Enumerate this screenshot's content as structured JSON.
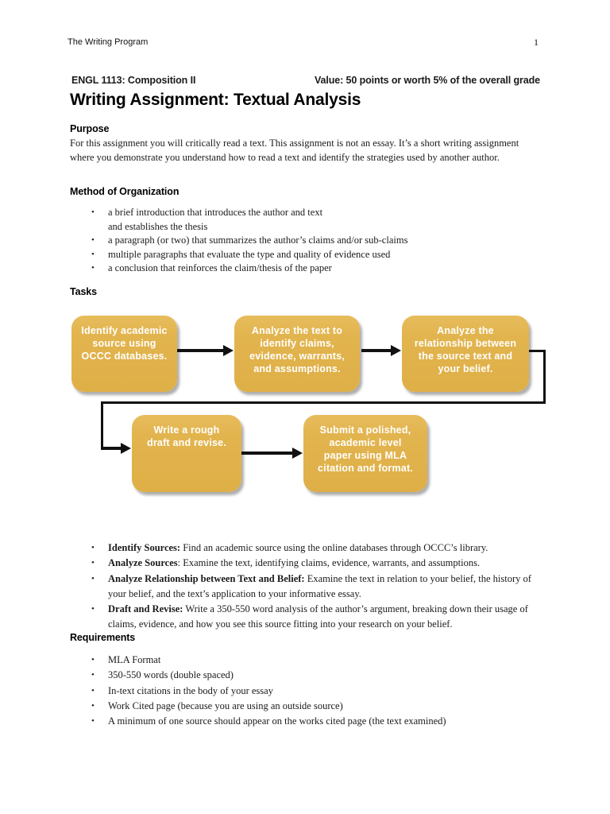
{
  "header": {
    "left_text": "The Writing Program",
    "page_number": "1"
  },
  "course_line": {
    "course": "ENGL 1113: Composition II",
    "value": "Value: 50 points or worth 5% of the overall grade"
  },
  "title": "Writing Assignment: Textual Analysis",
  "purpose": {
    "heading": "Purpose",
    "body": "For this assignment you will critically read a text. This assignment is not an essay. It’s a short writing assignment where you demonstrate you understand how to read a text and identify the strategies used by another author."
  },
  "method": {
    "heading": "Method of Organization",
    "bullet_glyph": "•",
    "bullets": [
      "a brief introduction that introduces the author and text\nand establishes the thesis",
      "a paragraph (or two) that summarizes the author’s claims and/or sub-claims",
      "multiple paragraphs that evaluate the type and quality of evidence used",
      "a conclusion that reinforces the claim/thesis of the paper"
    ]
  },
  "tasks": {
    "heading": "Tasks",
    "flowchart": {
      "box_fill": "#E2B44E",
      "arrow_color": "#111111",
      "boxes": [
        {
          "label": "Identify academic\nsource using\nOCCC databases."
        },
        {
          "label": "Analyze the text to\nidentify claims,\nevidence, warrants,\nand assumptions."
        },
        {
          "label": "Analyze the\nrelationship between\nthe source text and\nyour belief."
        },
        {
          "label": "Write a rough\ndraft and revise."
        },
        {
          "label": "Submit a polished,\nacademic level\npaper using MLA\ncitation and format."
        }
      ]
    },
    "bullets": [
      {
        "bold": "Identify Sources:",
        "text": " Find an academic source using the online databases through OCCC’s library."
      },
      {
        "bold": "Analyze Sources",
        "text": ": Examine the text, identifying claims, evidence, warrants, and assumptions."
      },
      {
        "bold": "Analyze Relationship between Text and Belief:",
        "text": " Examine the text in relation to your belief, the history of your belief, and the text’s application to your informative essay."
      },
      {
        "bold": "Draft and Revise:",
        "text": " Write a 350-550 word analysis of the author’s argument, breaking down their usage of claims, evidence, and how you see this source fitting into your research on your belief."
      }
    ]
  },
  "requirements": {
    "heading": "Requirements",
    "bullets": [
      "MLA Format",
      "350-550 words (double spaced)",
      "In-text citations in the body of your essay",
      "Work Cited page (because you are using an outside source)",
      "A minimum of one source should appear on the works cited page (the text examined)"
    ]
  }
}
